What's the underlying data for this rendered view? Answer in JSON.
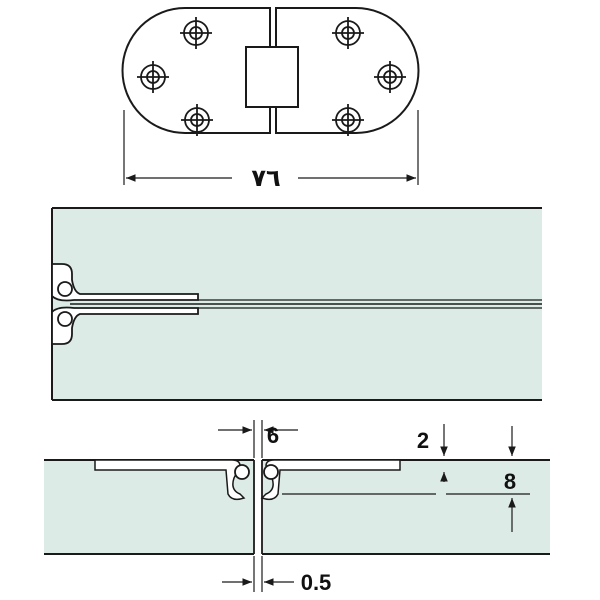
{
  "colors": {
    "panel_fill": "#dcebe6",
    "line": "#1a1a1a",
    "background": "#ffffff",
    "hinge_fill": "#ffffff"
  },
  "top_view": {
    "width_label": "٧٦"
  },
  "section_view": {
    "knuckle_gap_label": "6",
    "leaf_thickness_label": "2",
    "recess_depth_label": "8",
    "clearance_label": "0.5"
  }
}
